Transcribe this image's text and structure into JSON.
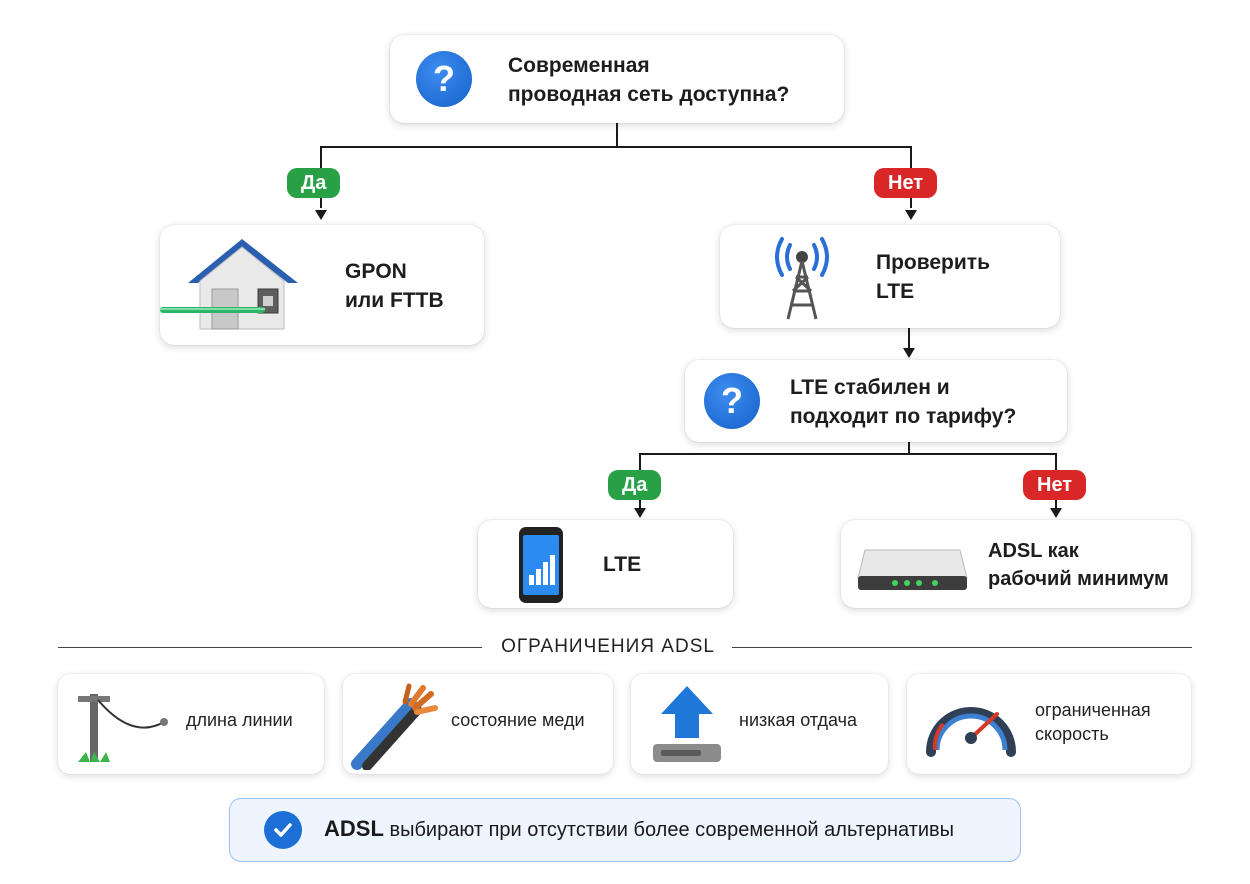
{
  "root_question": {
    "line1": "Современная",
    "line2": "проводная сеть доступна?"
  },
  "branch1": {
    "yes": "Да",
    "no": "Нет"
  },
  "gpon": {
    "line1": "GPON",
    "line2": "или FTTB"
  },
  "check_lte": {
    "line1": "Проверить",
    "line2": "LTE"
  },
  "lte_question": {
    "line1": "LTE стабилен и",
    "line2": "подходит по тарифу?"
  },
  "branch2": {
    "yes": "Да",
    "no": "Нет"
  },
  "lte_result": {
    "label": "LTE"
  },
  "adsl_result": {
    "line1": "ADSL как",
    "line2": "рабочий минимум"
  },
  "limits": {
    "title": "ОГРАНИЧЕНИЯ ADSL",
    "items": [
      {
        "icon": "utility-pole-icon",
        "line1": "длина линии",
        "line2": ""
      },
      {
        "icon": "copper-wire-icon",
        "line1": "состояние меди",
        "line2": ""
      },
      {
        "icon": "upload-arrow-icon",
        "line1": "низкая отдача",
        "line2": ""
      },
      {
        "icon": "speedometer-icon",
        "line1": "ограниченная",
        "line2": "скорость"
      }
    ]
  },
  "footer": {
    "bold": "ADSL",
    "text": " выбирают при отсутствии более современной альтернативы"
  },
  "colors": {
    "yes": "#27a046",
    "no": "#d92626",
    "accent_blue": "#1d6fd8"
  }
}
